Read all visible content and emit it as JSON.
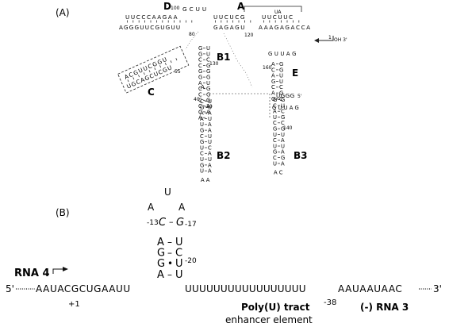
{
  "panelA": {
    "label": "(A)",
    "domains": [
      "D",
      "A",
      "B1",
      "B2",
      "B3",
      "C",
      "E"
    ],
    "loop_ua": "UA",
    "end_3": "OH 3'",
    "end_5": "5'",
    "stemD": {
      "top": "UUCCCAAGAA",
      "bottom": "AGGGUUCGUGUU"
    },
    "stemA": {
      "top": "UUCUCG",
      "bottom": "GAGAGU",
      "top2": "UUCUUC",
      "bottom2": "AAAGAGACCA"
    },
    "loopD": "GCUU",
    "stemB1": {
      "left": [
        "G",
        "G",
        "C",
        "C",
        "G",
        "G",
        "A",
        "C",
        "C",
        "C",
        "C",
        "C",
        "A"
      ],
      "right": [
        "U",
        "U",
        "C",
        "G",
        "G",
        "G",
        "U",
        "G",
        "G",
        "G",
        "A",
        "A"
      ]
    },
    "stemB2": {
      "left": [
        "C",
        "G",
        "A",
        "A",
        "U",
        "G",
        "C",
        "G",
        "U",
        "C",
        "U",
        "G",
        "U"
      ],
      "right": [
        "U",
        "U",
        "A",
        "U",
        "A",
        "A",
        "U",
        "U",
        "C",
        "A",
        "U",
        "A",
        "A"
      ],
      "loop": "A A"
    },
    "stemB3": {
      "left": [
        "G",
        "C",
        "A",
        "U",
        "C",
        "G",
        "U",
        "C",
        "U",
        "G",
        "C",
        "U"
      ],
      "right": [
        "G",
        "U",
        "C",
        "G",
        "C",
        "G",
        "U",
        "A",
        "U",
        "A",
        "G",
        "A"
      ],
      "loop": "A C"
    },
    "stemE": {
      "left": [
        "A",
        "C",
        "A",
        "G",
        "C",
        "A",
        "G"
      ],
      "right": [
        "G",
        "G",
        "U",
        "U",
        "C",
        "G",
        "C"
      ],
      "loop": "G U U A G"
    },
    "stemC": {
      "top": "ACGUUCGGU",
      "bottom": "UGCAGCUCGU"
    },
    "nums": [
      "100",
      "80",
      "120",
      "130",
      "55",
      "160",
      "40",
      "140",
      "1",
      "20",
      "A"
    ]
  },
  "panelB": {
    "label": "(B)",
    "rna4": "RNA 4",
    "rna3": "(-) RNA 3",
    "five_prime": "5'",
    "three_prime": "3'",
    "seq_left": "AAUACGCUGAAUU",
    "poly_u": "UUUUUUUUUUUUUUUUU",
    "seq_right": "AAUAAUAAC",
    "hairpin": {
      "loop": [
        "U",
        "A",
        "A"
      ],
      "loop_pair": [
        "C",
        "G"
      ],
      "stem_left": [
        "A",
        "G",
        "G",
        "A"
      ],
      "stem_right": [
        "U",
        "C",
        "U",
        "U"
      ],
      "bonds": [
        "–",
        "–",
        "•",
        "–"
      ]
    },
    "pos_m13": "-13",
    "pos_m17": "-17",
    "pos_m20": "-20",
    "pos_p1": "+1",
    "pos_m38": "-38",
    "caption1": "Poly(U) tract",
    "caption2": "enhancer element"
  }
}
